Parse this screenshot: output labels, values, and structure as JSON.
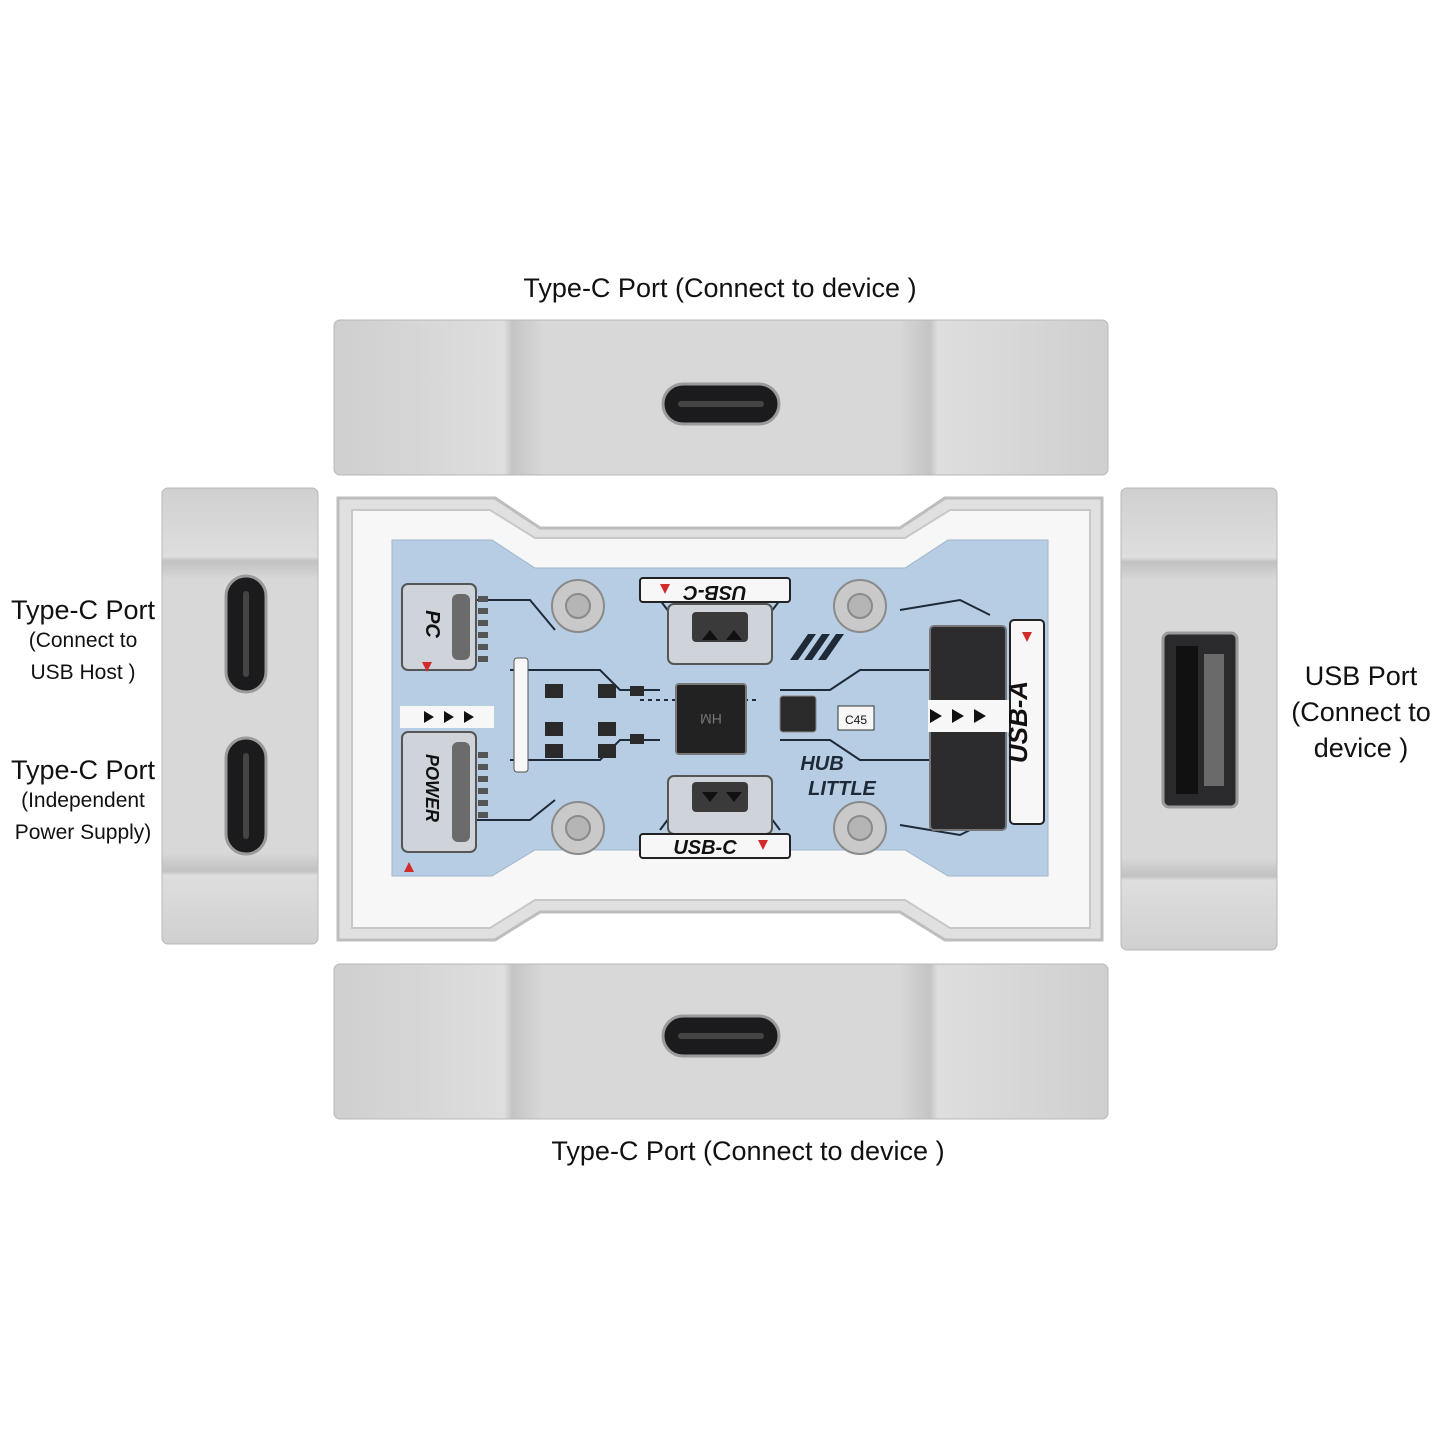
{
  "labels": {
    "top": "Type-C Port (Connect to device )",
    "bottom": "Type-C Port (Connect to device )",
    "left_upper_title": "Type-C Port",
    "left_upper_line2": "(Connect to",
    "left_upper_line3": "USB Host )",
    "left_lower_title": "Type-C Port",
    "left_lower_line2": "(Independent",
    "left_lower_line3": "Power Supply)",
    "right_title": "USB Port",
    "right_line2": "(Connect to",
    "right_line3": "device )"
  },
  "board": {
    "usbc_top": "USB-C",
    "usbc_bottom": "USB-C",
    "usba": "USB-A",
    "pc": "PC",
    "power": "POWER",
    "hub": "HUB",
    "little": "LITTLE",
    "cap": "C45",
    "chip": "HM"
  },
  "colors": {
    "aluminum": "#d2d2d2",
    "pcb": "#b7cde3",
    "port": "#1b1b1d"
  }
}
